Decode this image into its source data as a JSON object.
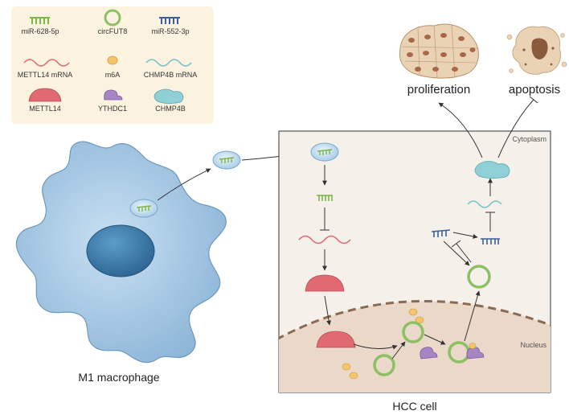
{
  "legend": {
    "items": [
      {
        "key": "mir628",
        "label": "miR-628-5p"
      },
      {
        "key": "circfut8",
        "label": "circFUT8"
      },
      {
        "key": "mir552",
        "label": "miR-552-3p"
      },
      {
        "key": "mettl14_mrna",
        "label": "METTL14 mRNA"
      },
      {
        "key": "m6a",
        "label": "m6A"
      },
      {
        "key": "chmp4b_mrna",
        "label": "CHMP4B mRNA"
      },
      {
        "key": "mettl14",
        "label": "METTL14"
      },
      {
        "key": "ythdc1",
        "label": "YTHDC1"
      },
      {
        "key": "chmp4b",
        "label": "CHMP4B"
      }
    ]
  },
  "labels": {
    "macrophage": "M1 macrophage",
    "hcc_cell": "HCC cell",
    "cytoplasm": "Cytoplasm",
    "nucleus": "Nucleus",
    "proliferation": "proliferation",
    "apoptosis": "apoptosis"
  },
  "colors": {
    "legend_bg": "#fbf3df",
    "mirna_green": "#7ab648",
    "mirna_blue": "#3a5f9c",
    "circ_green": "#8cc063",
    "mettl14_red": "#e06a70",
    "m6a_yellow": "#f2c46c",
    "ythdc1_purple": "#a784c4",
    "chmp4b_teal": "#8fd0d6",
    "macrophage_blue": "#b4d3ea",
    "nucleus_blue": "#3f7fae",
    "cell_bg": "#f5f0ea",
    "nucleus_bg": "#ead8c8",
    "arrow": "#333333"
  }
}
